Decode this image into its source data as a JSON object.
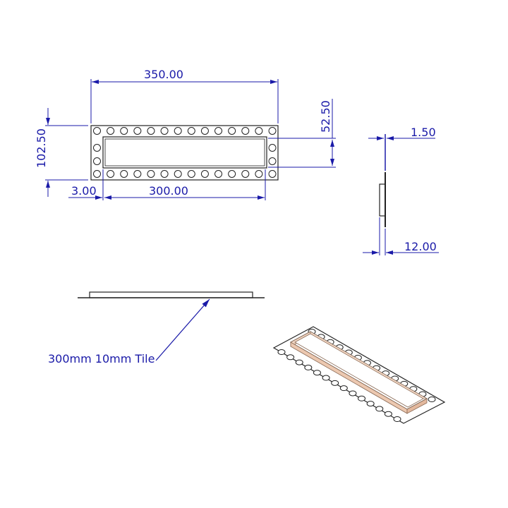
{
  "drawing": {
    "front_view": {
      "dimensions": {
        "overall_width": "350.00",
        "overall_height": "102.50",
        "inner_height": "52.50",
        "wall_offset": "3.00",
        "inner_width": "300.00"
      },
      "holes_per_long_row": 14,
      "holes_per_short_side": 2
    },
    "side_view": {
      "dimensions": {
        "plate_thickness": "1.50",
        "frame_depth": "12.00"
      }
    },
    "top_view": {
      "callout": "300mm 10mm Tile"
    },
    "isometric_view": {
      "frame_color": "#f2d7c4",
      "frame_edge_color": "#8a6a55"
    },
    "colors": {
      "dimension": "#1a1aa8",
      "outline": "#222222"
    }
  }
}
